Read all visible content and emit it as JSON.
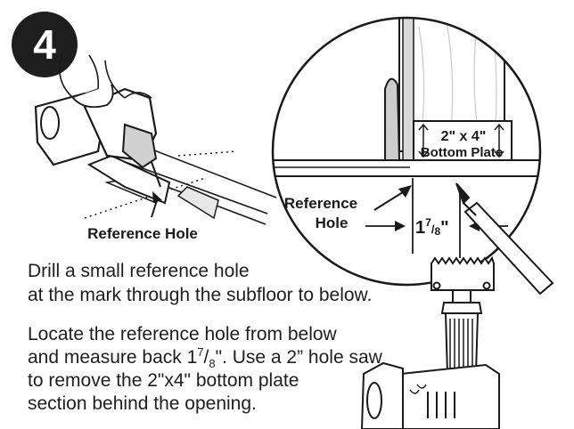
{
  "step": {
    "number": "4"
  },
  "labels": {
    "reference_hole_left": "Reference Hole",
    "reference_line1": "Reference",
    "reference_line2": "Hole",
    "plate_line1": "2\" x 4\"",
    "plate_line2": "Bottom Plate",
    "measure_whole": "1",
    "measure_num": "7",
    "measure_den": "8",
    "measure_unit": "\""
  },
  "instructions": {
    "p1_line1": "Drill a small reference hole",
    "p1_line2": "at the mark through the subfloor to below.",
    "p2_line1": "Locate the reference hole from below",
    "p2_line2_a": "and measure back 1",
    "p2_line2_sup": "7",
    "p2_line2_b": "/",
    "p2_line2_sub": "8",
    "p2_line2_c": "\". Use a 2” hole saw",
    "p2_line3": "to remove the 2\"x4\" bottom plate",
    "p2_line4": "section behind the opening."
  }
}
